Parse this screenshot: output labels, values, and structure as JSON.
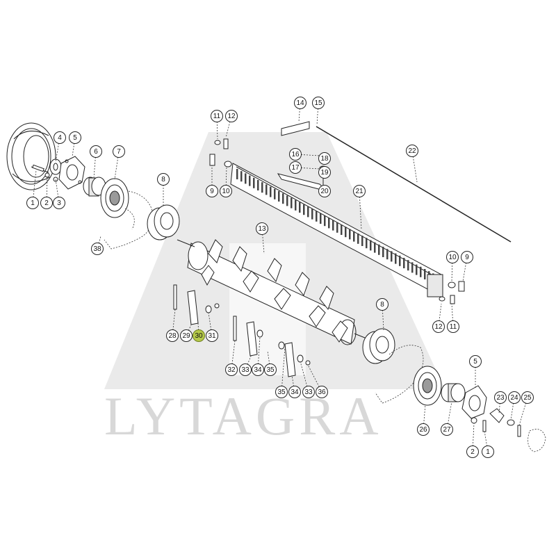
{
  "watermark": {
    "text": "LYTAGRA"
  },
  "highlighted_part": "30",
  "colors": {
    "highlight": "#b5c94a",
    "line": "#222222",
    "watermark": "#cfcfcf"
  },
  "callouts": [
    {
      "label": "1"
    },
    {
      "label": "2"
    },
    {
      "label": "3"
    },
    {
      "label": "4"
    },
    {
      "label": "5"
    },
    {
      "label": "6"
    },
    {
      "label": "7"
    },
    {
      "label": "8"
    },
    {
      "label": "38"
    },
    {
      "label": "11"
    },
    {
      "label": "12"
    },
    {
      "label": "9"
    },
    {
      "label": "10"
    },
    {
      "label": "14"
    },
    {
      "label": "15"
    },
    {
      "label": "16"
    },
    {
      "label": "18"
    },
    {
      "label": "17"
    },
    {
      "label": "19"
    },
    {
      "label": "20"
    },
    {
      "label": "21"
    },
    {
      "label": "22"
    },
    {
      "label": "13"
    },
    {
      "label": "10"
    },
    {
      "label": "9"
    },
    {
      "label": "12"
    },
    {
      "label": "11"
    },
    {
      "label": "28"
    },
    {
      "label": "29"
    },
    {
      "label": "30"
    },
    {
      "label": "31"
    },
    {
      "label": "8"
    },
    {
      "label": "32"
    },
    {
      "label": "33"
    },
    {
      "label": "34"
    },
    {
      "label": "35"
    },
    {
      "label": "35"
    },
    {
      "label": "34"
    },
    {
      "label": "33"
    },
    {
      "label": "36"
    },
    {
      "label": "5"
    },
    {
      "label": "26"
    },
    {
      "label": "27"
    },
    {
      "label": "23"
    },
    {
      "label": "24"
    },
    {
      "label": "25"
    },
    {
      "label": "2"
    },
    {
      "label": "1"
    }
  ]
}
